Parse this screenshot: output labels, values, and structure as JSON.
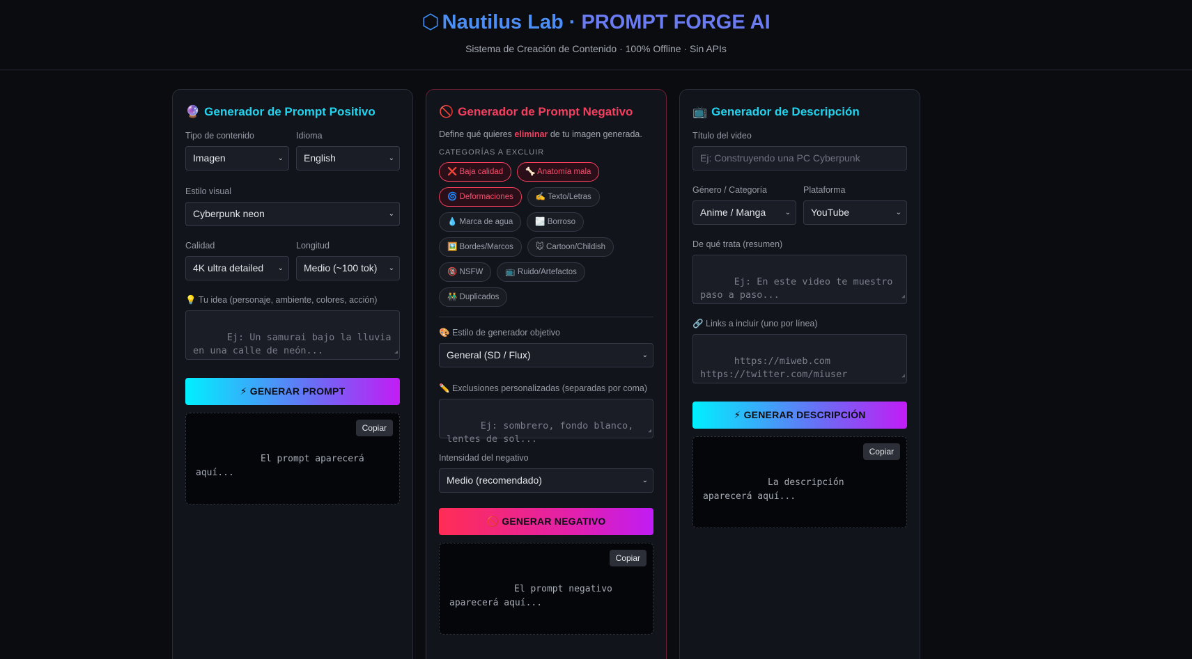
{
  "header": {
    "icon": "⬡",
    "title_part1": "Nautilus Lab · ",
    "title_part2": "PROMPT FORGE AI",
    "subtitle": "Sistema de Creación de Contenido · 100% Offline · Sin APIs"
  },
  "positive": {
    "icon": "🔮",
    "title": "Generador de Prompt Positivo",
    "content_type_label": "Tipo de contenido",
    "content_type_value": "Imagen",
    "language_label": "Idioma",
    "language_value": "English",
    "style_label": "Estilo visual",
    "style_value": "Cyberpunk neon",
    "quality_label": "Calidad",
    "quality_value": "4K ultra detailed",
    "length_label": "Longitud",
    "length_value": "Medio (~100 tok)",
    "idea_label": "💡 Tu idea (personaje, ambiente, colores, acción)",
    "idea_placeholder": "Ej: Un samurai bajo la lluvia en una calle de neón...",
    "button": "⚡ GENERAR PROMPT",
    "copy": "Copiar",
    "output": "El prompt aparecerá aquí..."
  },
  "negative": {
    "icon": "🚫",
    "title": "Generador de Prompt Negativo",
    "desc_pre": "Define qué quieres ",
    "desc_strong": "eliminar",
    "desc_post": " de tu imagen generada.",
    "categories_title": "CATEGORÍAS A EXCLUIR",
    "chips": [
      {
        "label": "❌ Baja calidad",
        "active": true
      },
      {
        "label": "🦴 Anatomía mala",
        "active": true
      },
      {
        "label": "🌀 Deformaciones",
        "active": true
      },
      {
        "label": "✍️ Texto/Letras",
        "active": false
      },
      {
        "label": "💧 Marca de agua",
        "active": false
      },
      {
        "label": "🌫️ Borroso",
        "active": false
      },
      {
        "label": "🖼️ Bordes/Marcos",
        "active": false
      },
      {
        "label": "🐭 Cartoon/Childish",
        "active": false
      },
      {
        "label": "🔞 NSFW",
        "active": false
      },
      {
        "label": "📺 Ruido/Artefactos",
        "active": false
      },
      {
        "label": "👬 Duplicados",
        "active": false
      }
    ],
    "generator_label": "🎨 Estilo de generador objetivo",
    "generator_value": "General (SD / Flux)",
    "custom_label": "✏️ Exclusiones personalizadas (separadas por coma)",
    "custom_placeholder": "Ej: sombrero, fondo blanco, lentes de sol...",
    "intensity_label": "Intensidad del negativo",
    "intensity_value": "Medio (recomendado)",
    "button": "🚫 GENERAR NEGATIVO",
    "copy": "Copiar",
    "output": "El prompt negativo aparecerá aquí..."
  },
  "description": {
    "icon": "📺",
    "title": "Generador de Descripción",
    "video_title_label": "Título del video",
    "video_title_placeholder": "Ej: Construyendo una PC Cyberpunk",
    "genre_label": "Género / Categoría",
    "genre_value": "Anime / Manga",
    "platform_label": "Plataforma",
    "platform_value": "YouTube",
    "summary_label": "De qué trata (resumen)",
    "summary_placeholder": "Ej: En este video te muestro paso a paso...",
    "links_label": "🔗 Links a incluir (uno por línea)",
    "links_placeholder": "https://miweb.com\nhttps://twitter.com/miuser",
    "button": "⚡ GENERAR DESCRIPCIÓN",
    "copy": "Copiar",
    "output": "La descripción aparecerá aquí..."
  }
}
